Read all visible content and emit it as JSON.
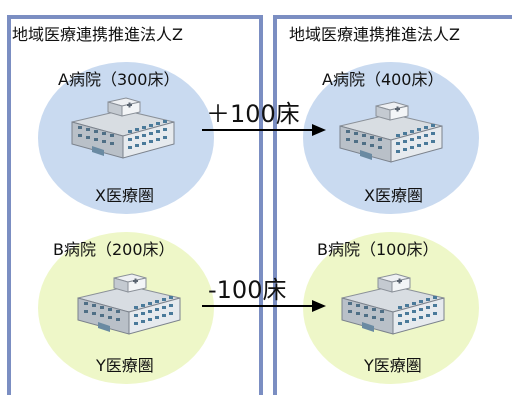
{
  "left": {
    "title": "地域医療連携推進法人Z",
    "top_hospital": {
      "label": "A病院（300床）",
      "area": "X医療圏"
    },
    "bottom_hospital": {
      "label": "B病院（200床）",
      "area": "Y医療圏"
    }
  },
  "right": {
    "title": "地域医療連携推進法人Z",
    "top_hospital": {
      "label": "A病院（400床）",
      "area": "X医療圏"
    },
    "bottom_hospital": {
      "label": "B病院（100床）",
      "area": "Y医療圏"
    }
  },
  "transfers": {
    "top": "＋100床",
    "bottom": "-100床"
  },
  "colors": {
    "panel_border": "#7b8ec2",
    "area_x": "#c9daf0",
    "area_y": "#eef7c8"
  }
}
